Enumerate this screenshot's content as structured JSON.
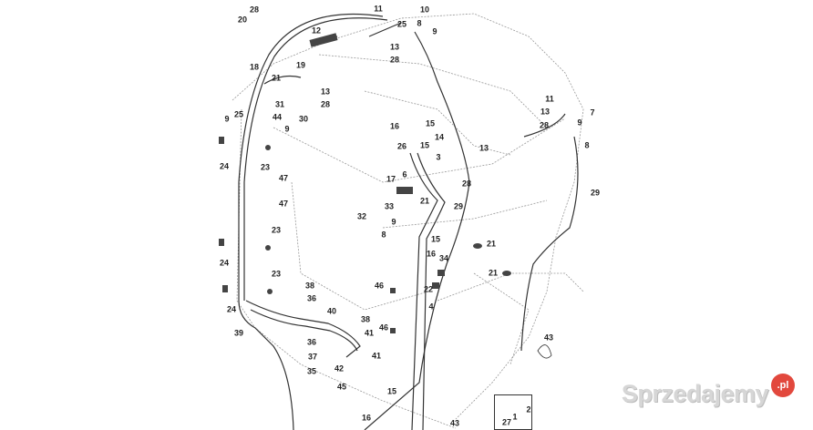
{
  "diagram": {
    "callouts": [
      "28",
      "20",
      "11",
      "10",
      "12",
      "25",
      "8",
      "9",
      "13",
      "28",
      "18",
      "19",
      "21",
      "13",
      "28",
      "31",
      "25",
      "44",
      "30",
      "9",
      "9",
      "16",
      "15",
      "14",
      "26",
      "15",
      "3",
      "13",
      "24",
      "23",
      "47",
      "6",
      "17",
      "28",
      "47",
      "21",
      "33",
      "29",
      "32",
      "9",
      "8",
      "23",
      "24",
      "15",
      "16",
      "34",
      "22",
      "46",
      "23",
      "38",
      "36",
      "24",
      "4",
      "40",
      "39",
      "38",
      "46",
      "41",
      "36",
      "37",
      "41",
      "42",
      "35",
      "45",
      "15",
      "16",
      "43",
      "11",
      "13",
      "28",
      "7",
      "9",
      "8",
      "29",
      "21",
      "21",
      "43",
      "1",
      "2",
      "27"
    ],
    "watermark": "Sprzedajemy",
    "watermark_badge": ".pl"
  }
}
